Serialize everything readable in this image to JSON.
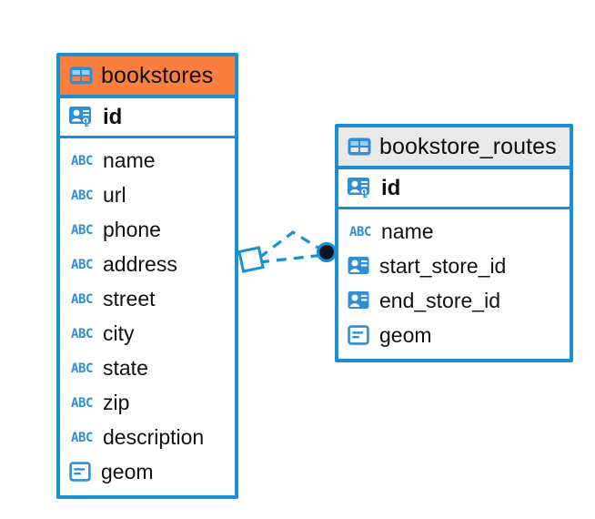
{
  "diagram": {
    "type": "entity-relationship-diagram",
    "background": "#ffffff",
    "accent_color": "#1a8fd1",
    "highlight_color": "#fb8040",
    "muted_header_color": "#e9e9e9"
  },
  "entities": [
    {
      "name": "bookstores",
      "header_style": "accent-orange",
      "primary_key": {
        "label": "id",
        "icon": "primary-key-icon"
      },
      "fields": [
        {
          "label": "name",
          "icon": "abc-text-icon"
        },
        {
          "label": "url",
          "icon": "abc-text-icon"
        },
        {
          "label": "phone",
          "icon": "abc-text-icon"
        },
        {
          "label": "address",
          "icon": "abc-text-icon"
        },
        {
          "label": "street",
          "icon": "abc-text-icon"
        },
        {
          "label": "city",
          "icon": "abc-text-icon"
        },
        {
          "label": "state",
          "icon": "abc-text-icon"
        },
        {
          "label": "zip",
          "icon": "abc-text-icon"
        },
        {
          "label": "description",
          "icon": "abc-text-icon"
        },
        {
          "label": "geom",
          "icon": "geometry-icon"
        }
      ]
    },
    {
      "name": "bookstore_routes",
      "header_style": "accent-grey",
      "primary_key": {
        "label": "id",
        "icon": "primary-key-icon"
      },
      "fields": [
        {
          "label": "name",
          "icon": "abc-text-icon"
        },
        {
          "label": "start_store_id",
          "icon": "foreign-key-icon"
        },
        {
          "label": "end_store_id",
          "icon": "foreign-key-icon"
        },
        {
          "label": "geom",
          "icon": "geometry-icon"
        }
      ]
    }
  ],
  "relationship": {
    "type": "one-to-many",
    "source_entity": "bookstores",
    "target_entity": "bookstore_routes",
    "line_style": "dashed",
    "source_marker": "diamond-marker",
    "target_marker": "filled-circle-marker",
    "color": "#1a8fd1"
  },
  "icon_glyphs": {
    "table": "table-grid-icon",
    "abc": "ABC"
  }
}
